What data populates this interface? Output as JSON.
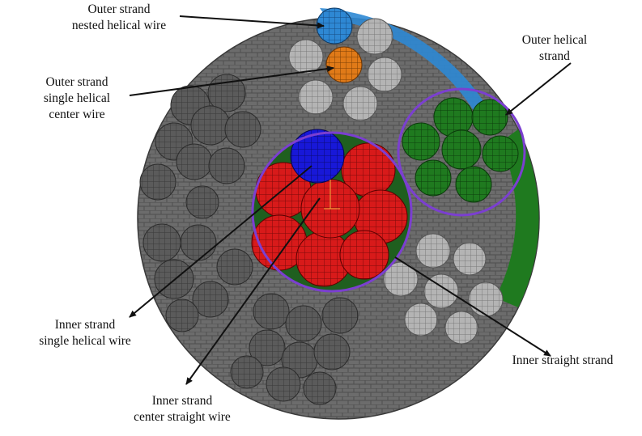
{
  "labels": {
    "outer_strand_nested": [
      "Outer strand",
      "nested helical wire"
    ],
    "outer_helical_strand": [
      "Outer helical",
      "strand"
    ],
    "outer_strand_single_center": [
      "Outer strand",
      "single helical",
      "center wire"
    ],
    "inner_strand_single_helical": [
      "Inner strand",
      "single helical wire"
    ],
    "inner_straight_strand": [
      "Inner straight strand"
    ],
    "inner_strand_center_straight": [
      "Inner strand",
      "center straight wire"
    ]
  },
  "colors": {
    "outer_sheath": "#6c6c6c",
    "dark_wire": "#5a5a5a",
    "light_wire": "#b3b3b3",
    "nested_wire": "#2e88d4",
    "center_wire": "#e07a18",
    "inner_core": "#d61818",
    "inner_helical_highlight": "#1a1adc",
    "outer_helical": "#1f7a1f",
    "ring_outline": "#7b3fd0",
    "arrow": "#111111"
  },
  "icons": {
    "mesh": "grid-mesh"
  }
}
